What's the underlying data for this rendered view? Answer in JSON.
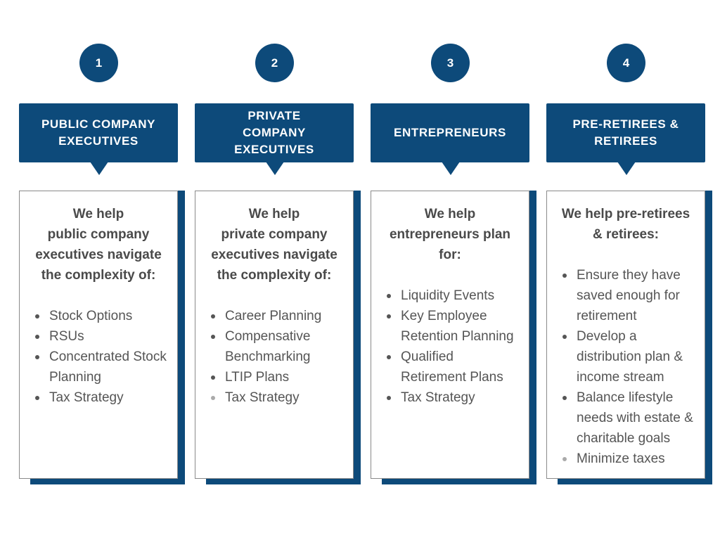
{
  "columns": [
    {
      "number": "1",
      "title_lines": [
        "PUBLIC COMPANY",
        "EXECUTIVES"
      ],
      "intro_lines": [
        "We help",
        "public company",
        "executives navigate",
        "the complexity of:"
      ],
      "items": [
        "Stock Options",
        "RSUs",
        "Concentrated Stock Planning",
        "Tax Strategy"
      ]
    },
    {
      "number": "2",
      "title_lines": [
        "PRIVATE",
        "COMPANY",
        "EXECUTIVES"
      ],
      "intro_lines": [
        "We help",
        "private company",
        "executives navigate",
        "the complexity of:"
      ],
      "items": [
        "Career Planning",
        "Compensative Benchmarking",
        "LTIP Plans",
        "Tax Strategy"
      ]
    },
    {
      "number": "3",
      "title_lines": [
        "ENTREPRENEURS"
      ],
      "intro_lines": [
        "We help",
        "entrepreneurs plan",
        "for:"
      ],
      "items": [
        "Liquidity Events",
        "Key Employee Retention Planning",
        "Qualified Retirement Plans",
        "Tax Strategy"
      ]
    },
    {
      "number": "4",
      "title_lines": [
        "PRE-RETIREES &",
        "RETIREES"
      ],
      "intro_lines": [
        "We help pre-retirees",
        "& retirees:"
      ],
      "items": [
        "Ensure they have saved enough for retirement",
        "Develop a distribution plan & income stream",
        "Balance lifestyle needs with estate & charitable goals",
        "Minimize taxes"
      ]
    }
  ],
  "colors": {
    "accent": "#0d4a7a",
    "text": "#4a4a4a",
    "border": "#8a8a8a"
  }
}
